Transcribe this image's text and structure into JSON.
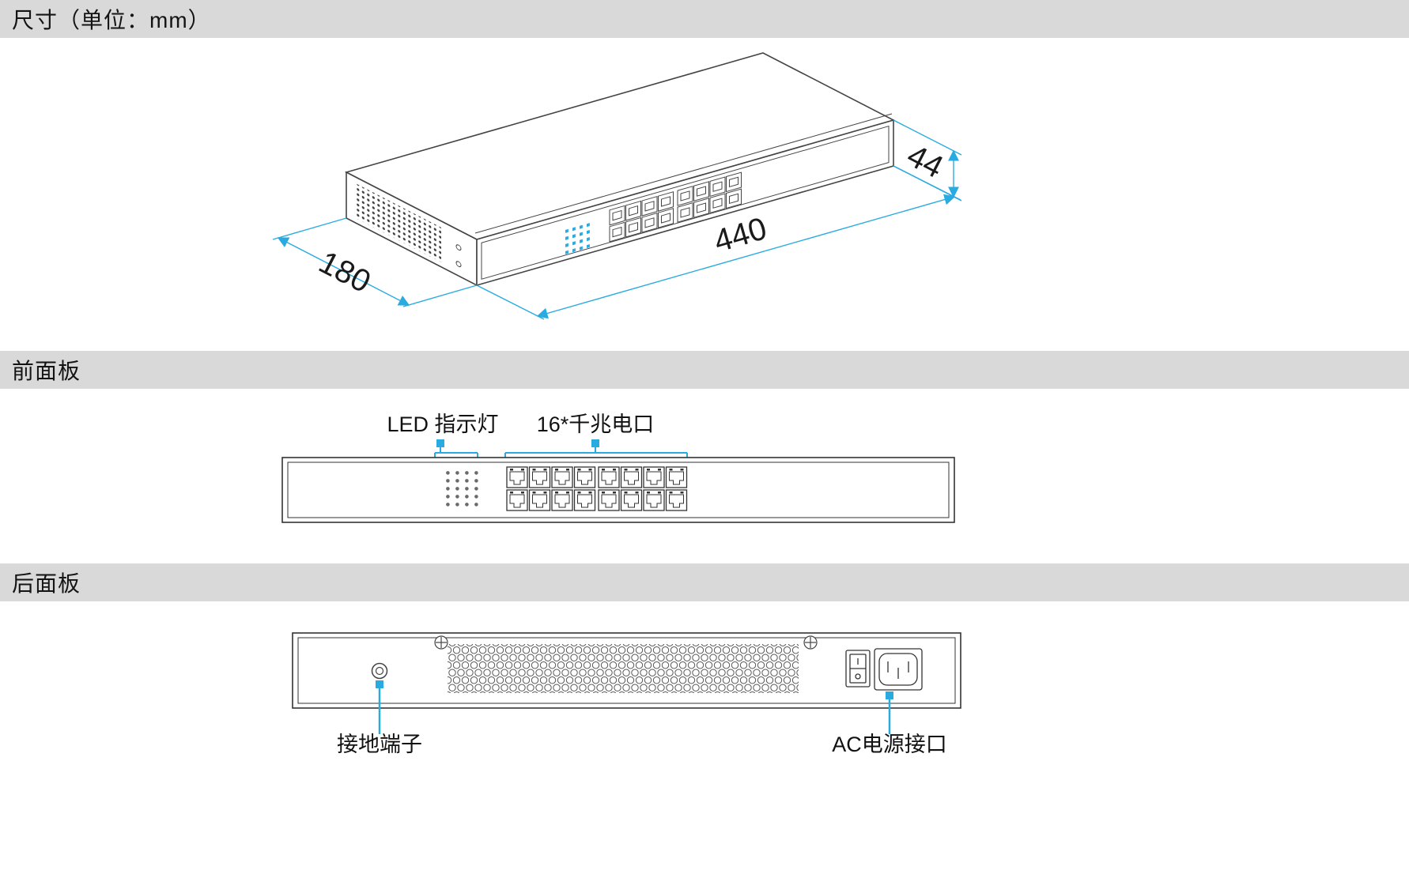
{
  "sections": {
    "dimensions": {
      "title": "尺寸（单位：mm）"
    },
    "front": {
      "title": "前面板"
    },
    "rear": {
      "title": "后面板"
    }
  },
  "iso": {
    "dim_length": "440",
    "dim_depth": "180",
    "dim_height": "44"
  },
  "front_panel": {
    "led_label": "LED 指示灯",
    "ports_label": "16*千兆电口"
  },
  "rear_panel": {
    "ground_label": "接地端子",
    "ac_label": "AC电源接口"
  },
  "colors": {
    "accent": "#29abe2",
    "header_bg": "#d9d9d9",
    "line": "#3a3a3a"
  }
}
